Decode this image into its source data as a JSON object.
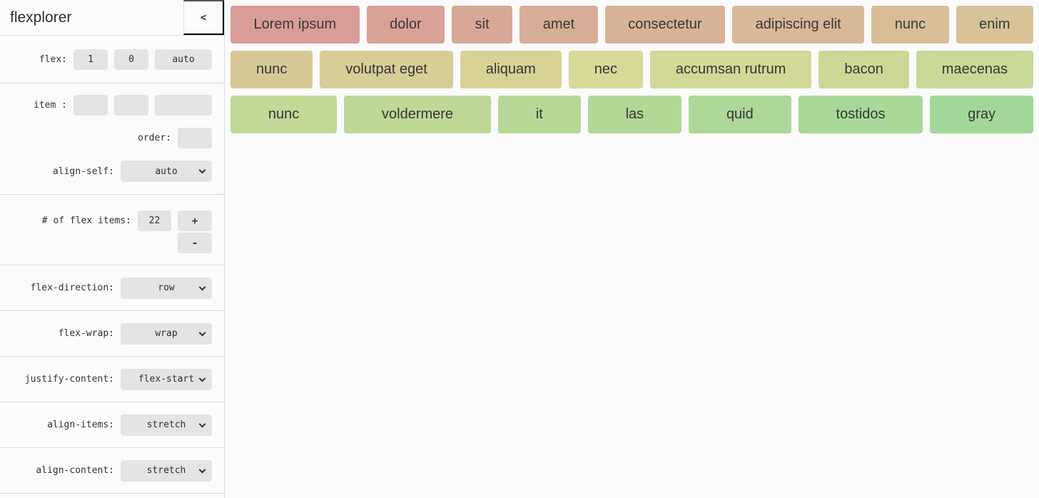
{
  "app": {
    "title": "flexplorer",
    "collapse_icon": "<"
  },
  "theme": {
    "background": "#fbfbfb",
    "divider": "#dcdcdc",
    "control_bg": "#e4e4e4",
    "text_color": "#333333"
  },
  "controls": {
    "flex": {
      "label": "flex:",
      "grow": "1",
      "shrink": "0",
      "basis": "auto"
    },
    "item": {
      "label": "item :",
      "grow": "",
      "shrink": "",
      "basis": ""
    },
    "order": {
      "label": "order:",
      "value": ""
    },
    "align_self": {
      "label": "align-self:",
      "value": "auto"
    },
    "count": {
      "label": "# of flex items:",
      "value": "22",
      "increment": "+",
      "decrement": "-"
    },
    "flex_direction": {
      "label": "flex-direction:",
      "value": "row"
    },
    "flex_wrap": {
      "label": "flex-wrap:",
      "value": "wrap"
    },
    "justify_content": {
      "label": "justify-content:",
      "value": "flex-start"
    },
    "align_items": {
      "label": "align-items:",
      "value": "stretch"
    },
    "align_content": {
      "label": "align-content:",
      "value": "stretch"
    }
  },
  "flex_items": {
    "rows": [
      [
        {
          "label": "Lorem ipsum",
          "color": "#d89d97"
        },
        {
          "label": "dolor",
          "color": "#d8a297"
        },
        {
          "label": "sit",
          "color": "#d8a897"
        },
        {
          "label": "amet",
          "color": "#d8ad97"
        },
        {
          "label": "consectetur",
          "color": "#d8b297"
        },
        {
          "label": "adipiscing elit",
          "color": "#d8b897"
        },
        {
          "label": "nunc",
          "color": "#d8bd97"
        },
        {
          "label": "enim",
          "color": "#d8c297"
        }
      ],
      [
        {
          "label": "nunc",
          "color": "#d8c897"
        },
        {
          "label": "volutpat eget",
          "color": "#d8cd97"
        },
        {
          "label": "aliquam",
          "color": "#d8d297"
        },
        {
          "label": "nec",
          "color": "#d8d897"
        },
        {
          "label": "accumsan rutrum",
          "color": "#d2d897"
        },
        {
          "label": "bacon",
          "color": "#cdd897"
        },
        {
          "label": "maecenas",
          "color": "#c8d897"
        }
      ],
      [
        {
          "label": "nunc",
          "color": "#c2d897"
        },
        {
          "label": "voldermere",
          "color": "#bdd897"
        },
        {
          "label": "it",
          "color": "#b8d897"
        },
        {
          "label": "las",
          "color": "#b2d897"
        },
        {
          "label": "quid",
          "color": "#add897"
        },
        {
          "label": "tostidos",
          "color": "#a8d897"
        },
        {
          "label": "gray",
          "color": "#a2d897"
        }
      ]
    ]
  }
}
